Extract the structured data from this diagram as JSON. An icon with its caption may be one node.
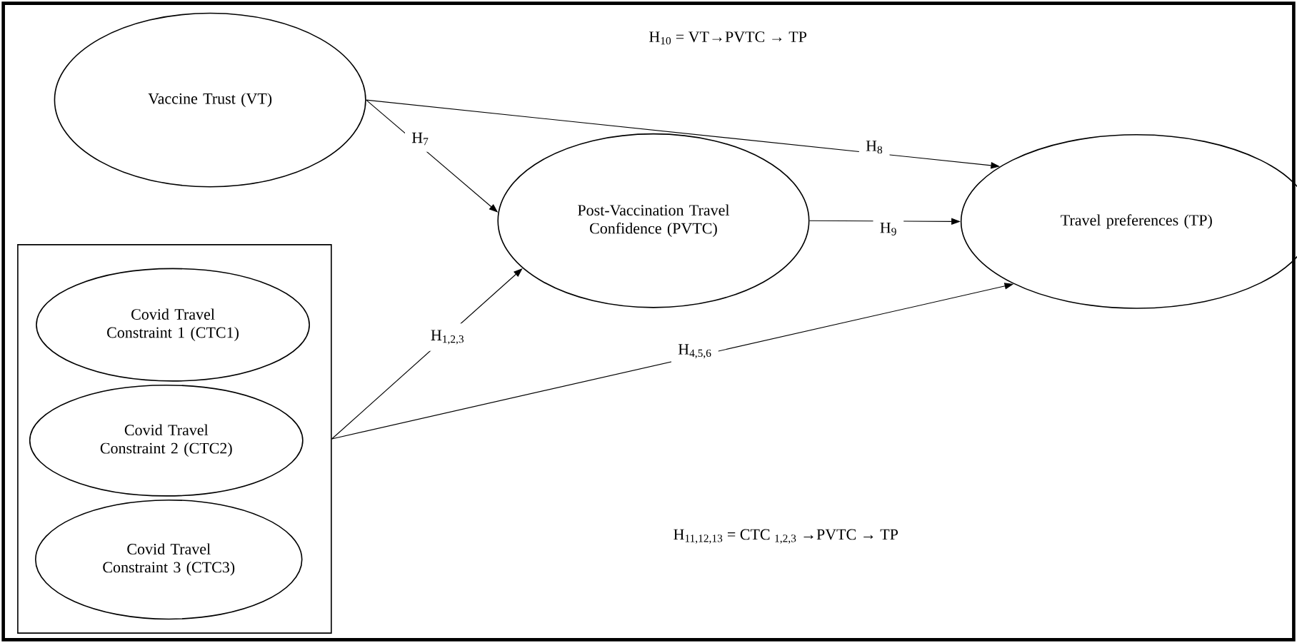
{
  "diagram": {
    "nodes": [
      {
        "text": [
          "Vaccine Trust (VT)"
        ]
      },
      {
        "text": [
          "Post-Vaccination Travel Confidence (PVTC)"
        ]
      },
      {
        "text": [
          "Travel preferences (TP)"
        ]
      },
      {
        "text": [],
        "shape": "box"
      },
      {
        "text": [
          "Covid Travel Constraint 1 (CTC1)"
        ],
        "in": 3
      },
      {
        "text": [
          "Covid Travel Constraint 2 (CTC2)"
        ],
        "in": 3
      },
      {
        "text": [
          "Covid Travel Constraint 3 (CTC3)"
        ],
        "in": 3
      }
    ],
    "edges": [
      {
        "from": 0,
        "to": 1,
        "arrow": "to",
        "label": "H$_{7}$"
      },
      {
        "from": 0,
        "to": 2,
        "arrow": "to",
        "label": "H$_{8}$"
      },
      {
        "from": 1,
        "to": 2,
        "arrow": "to",
        "label": "H$_{9}$"
      },
      {
        "from": 3,
        "to": 1,
        "arrow": "to",
        "label": "H$_{1,2,3}$"
      },
      {
        "from": 3,
        "to": 2,
        "arrow": "to",
        "label": "H$_{4,5,6}$"
      }
    ],
    "labels": [
      "H$_{10}$ = VT→PVTC → TP",
      "H$_{11,12,13}$ = CTC $_{1,2,3}$ →PVTC → TP"
    ]
  }
}
